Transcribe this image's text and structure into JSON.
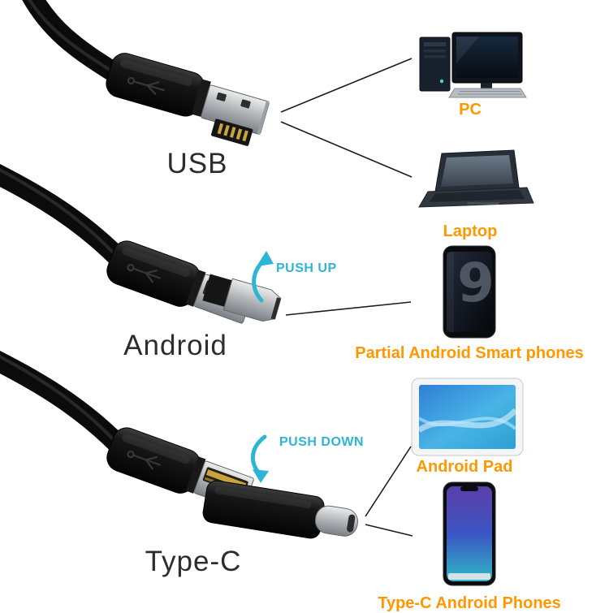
{
  "colors": {
    "accent_orange": "#ff9800",
    "accent_cyan": "#2eb5d5",
    "cable_black": "#0b0b0b",
    "connector_text": "#2d2d2d"
  },
  "connectors": {
    "usb": {
      "label": "USB"
    },
    "android": {
      "label": "Android",
      "push": "PUSH UP"
    },
    "type_c": {
      "label": "Type-C",
      "push": "PUSH DOWN"
    }
  },
  "devices": {
    "pc": {
      "label": "PC"
    },
    "laptop": {
      "label": "Laptop"
    },
    "android_phone": {
      "label": "Partial Android Smart phones",
      "screen_text": "9"
    },
    "android_pad": {
      "label": "Android Pad"
    },
    "type_c_phone": {
      "label": "Type-C Android Phones"
    }
  },
  "icons": {
    "pc": "pc-icon",
    "laptop": "laptop-icon",
    "android_phone": "android-phone-icon",
    "android_pad": "android-pad-icon",
    "type_c_phone": "type-c-phone-icon"
  }
}
